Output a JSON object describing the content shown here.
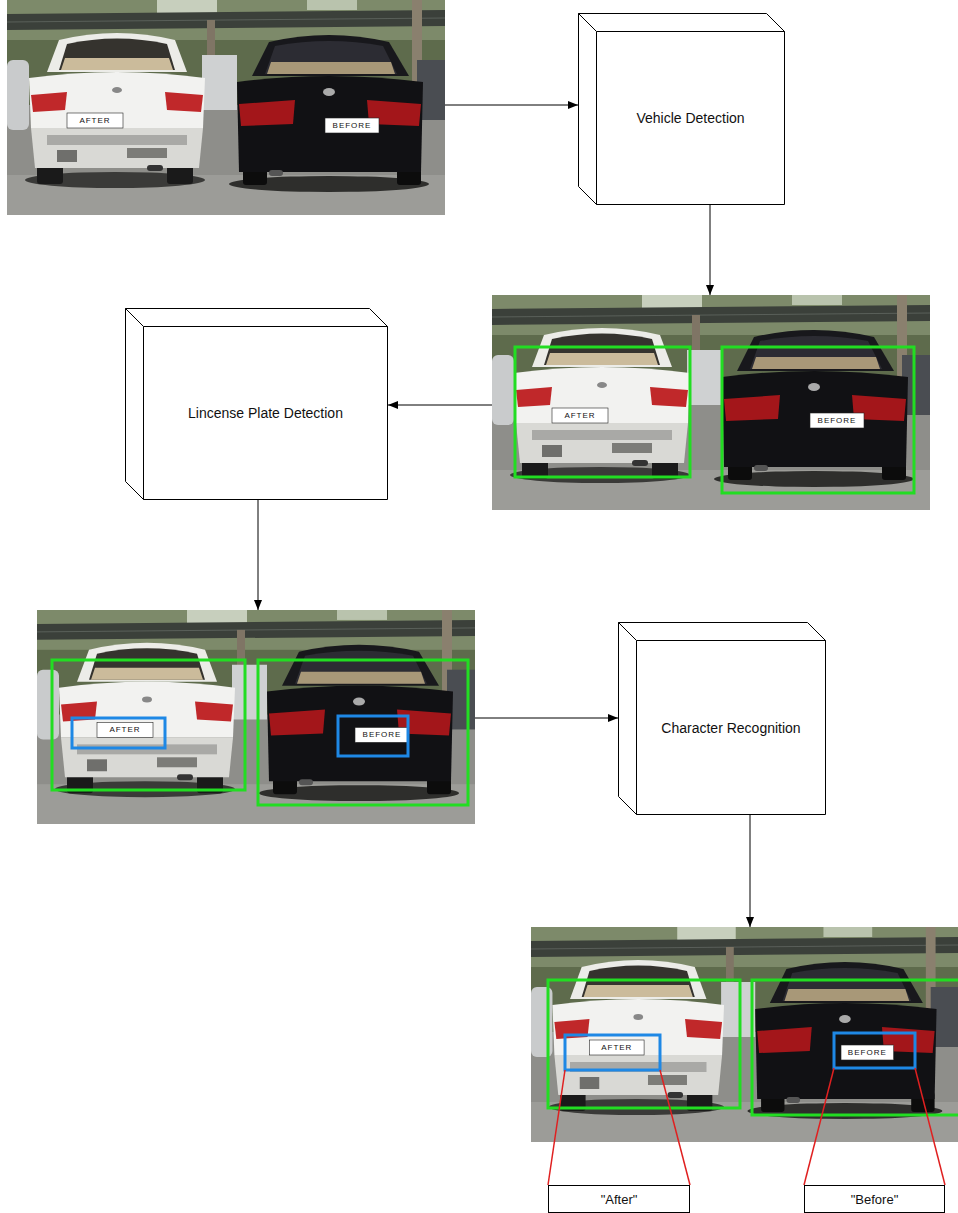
{
  "diagram": {
    "nodes": [
      {
        "text": [
          "AFTER",
          "BEFORE"
        ]
      },
      {
        "text": [
          "Vehicle Detection"
        ]
      },
      {
        "text": [
          "AFTER",
          "BEFORE"
        ]
      },
      {
        "text": [
          "Lincense Plate Detection"
        ]
      },
      {
        "text": [
          "AFTER",
          "BEFORE"
        ]
      },
      {
        "text": [
          "Character Recognition"
        ]
      },
      {
        "text": [
          "AFTER",
          "BEFORE"
        ]
      },
      {
        "text": [
          "\"After\""
        ]
      },
      {
        "text": [
          "\"Before\""
        ]
      }
    ],
    "edges": [
      {
        "from": 0,
        "to": 1,
        "arrow": "to"
      },
      {
        "from": 1,
        "to": 2,
        "arrow": "to"
      },
      {
        "from": 2,
        "to": 3,
        "arrow": "to"
      },
      {
        "from": 3,
        "to": 4,
        "arrow": "to"
      },
      {
        "from": 4,
        "to": 5,
        "arrow": "to"
      },
      {
        "from": 5,
        "to": 6,
        "arrow": "to"
      },
      {
        "from": 6,
        "to": 7,
        "arrow": "none"
      },
      {
        "from": 6,
        "to": 8,
        "arrow": "none"
      }
    ]
  }
}
